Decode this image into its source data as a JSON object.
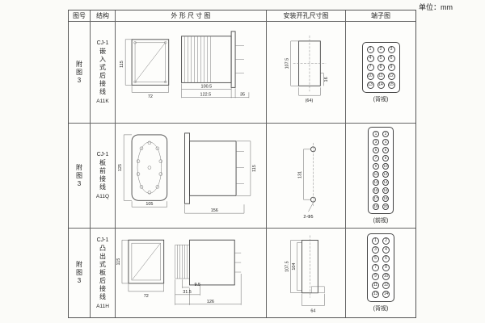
{
  "unit_label": "单位：mm",
  "headers": [
    "图号",
    "结构",
    "外 形 尺 寸 图",
    "安装开孔尺寸图",
    "端子图"
  ],
  "rows": [
    {
      "fig": "附\n图\n3",
      "model": "CJ-1",
      "desc": "嵌\n入\n式\n后\n接\n线",
      "code": "A11K",
      "outline": {
        "h": "115",
        "w": "72",
        "d1": "100.5",
        "d2": "122.5",
        "d3": "35"
      },
      "mounting": {
        "h": "107.5",
        "a": "16",
        "b": "(64)"
      },
      "terminal": {
        "note": "(背视)",
        "nums": [
          "1",
          "2",
          "3",
          "4",
          "5",
          "6",
          "7",
          "8",
          "9",
          "10",
          "11",
          "12",
          "13",
          "14",
          "15"
        ]
      }
    },
    {
      "fig": "附\n图\n3",
      "model": "CJ-1",
      "desc": "板\n前\n接\n线",
      "code": "A11Q",
      "outline": {
        "h1": "125",
        "w1": "105",
        "w2": "156",
        "h2": "115"
      },
      "mounting": {
        "h": "131",
        "note": "2-Φ5"
      },
      "terminal": {
        "note": "(前视)",
        "nums": [
          "1",
          "2",
          "3",
          "4",
          "5",
          "6",
          "7",
          "8",
          "9",
          "10",
          "11",
          "12",
          "13",
          "14",
          "15",
          "16",
          "17",
          "18",
          "19",
          "20"
        ]
      }
    },
    {
      "fig": "附\n图\n3",
      "model": "CJ-1",
      "desc": "凸\n出\n式\n板\n后\n接\n线",
      "code": "A11H",
      "outline": {
        "h": "115",
        "w": "72",
        "d1": "9.5",
        "d2": "31.5",
        "d3": "126"
      },
      "mounting": {
        "h1": "107.5",
        "h2": "104",
        "w": "64"
      },
      "terminal": {
        "note": "(背视)",
        "nums": [
          "1",
          "2",
          "3",
          "4",
          "5",
          "6",
          "7",
          "8",
          "9",
          "10",
          "11",
          "12",
          "13",
          "14"
        ]
      }
    }
  ]
}
